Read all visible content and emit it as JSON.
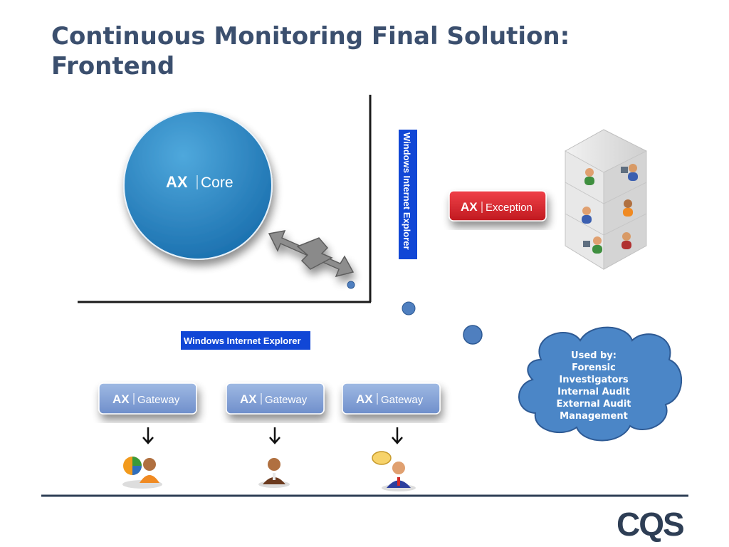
{
  "slide": {
    "title": "Continuous Monitoring Final Solution: Frontend"
  },
  "core": {
    "brand": "AX",
    "label": "Core"
  },
  "exception": {
    "brand": "AX",
    "label": "Exception"
  },
  "gateways": [
    {
      "brand": "AX",
      "label": "Gateway"
    },
    {
      "brand": "AX",
      "label": "Gateway"
    },
    {
      "brand": "AX",
      "label": "Gateway"
    }
  ],
  "browser": {
    "vertical_label": "Windows Internet Explorer",
    "horizontal_label": "Windows Internet Explorer"
  },
  "cloud": {
    "heading": "Used by:",
    "lines": [
      "Forensic",
      "Investigators",
      "Internal Audit",
      "External Audit",
      "Management"
    ]
  },
  "logo": {
    "text": "CQS"
  },
  "colors": {
    "title": "#3b4f6e",
    "core_blue": "#2b86c4",
    "exception_red": "#d9242a",
    "gateway_blue": "#7f9fd3",
    "ie_blue": "#1147d6",
    "cloud_blue": "#4b86c7",
    "rule": "#2e3e55"
  }
}
